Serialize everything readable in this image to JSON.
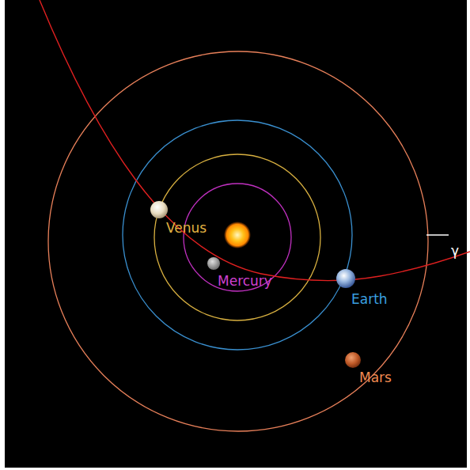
{
  "diagram": {
    "labels": [
      "Venus",
      "Mercury",
      "Earth",
      "Mars",
      "γ"
    ]
  }
}
